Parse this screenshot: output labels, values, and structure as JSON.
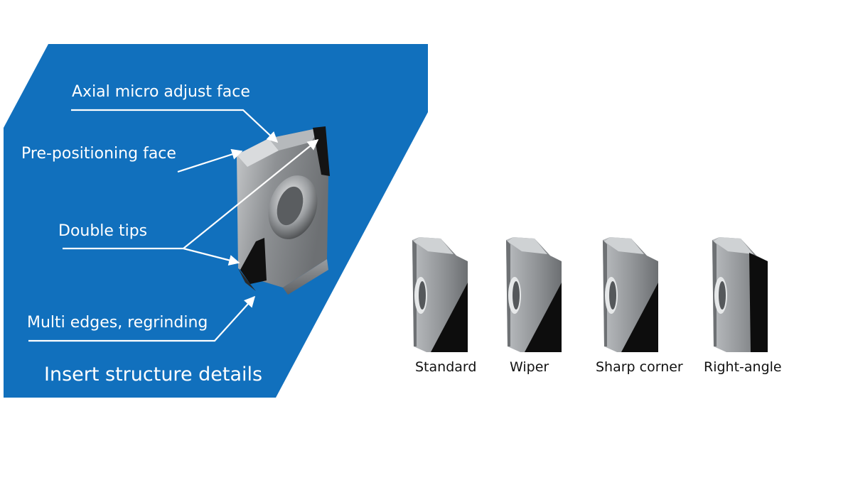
{
  "callouts": {
    "axial": "Axial micro adjust face",
    "prepos": "Pre-positioning face",
    "double": "Double tips",
    "multi": "Multi edges, regrinding"
  },
  "panel_title": "Insert structure details",
  "variants": [
    "Standard",
    "Wiper",
    "Sharp corner",
    "Right-angle"
  ],
  "colors": {
    "panel": "#1170bd",
    "callout_text": "#ffffff",
    "caption_text": "#111111",
    "carbide": "#8a8d90",
    "tip": "#0d0d0d"
  },
  "icons": {
    "main": "cutting-insert-icon",
    "variant": "insert-variant-icon"
  }
}
